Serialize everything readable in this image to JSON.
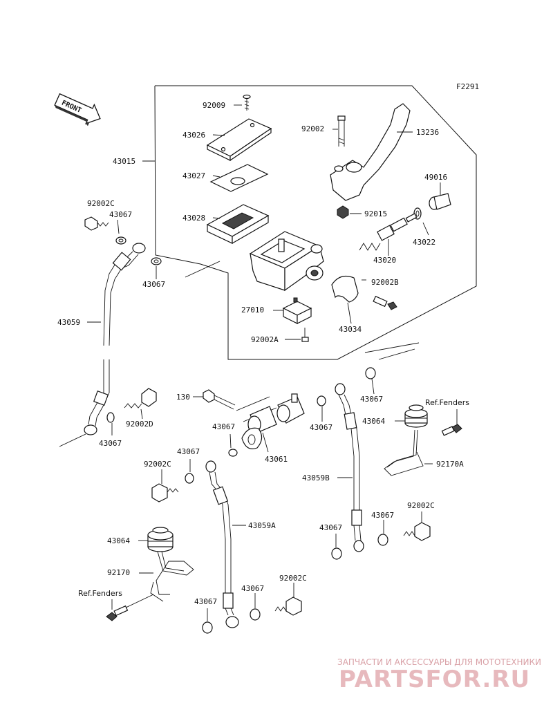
{
  "diagram": {
    "figure_code": "F2291",
    "front_label": "FRONT",
    "parts": {
      "p43015": "43015",
      "p92009": "92009",
      "p43026": "43026",
      "p43027": "43027",
      "p43028": "43028",
      "p92002": "92002",
      "p13236": "13236",
      "p49016": "49016",
      "p92015": "92015",
      "p43022": "43022",
      "p43020": "43020",
      "p92002B": "92002B",
      "p27010": "27010",
      "p43034": "43034",
      "p92002A": "92002A",
      "p92002C_a": "92002C",
      "p43067_a": "43067",
      "p43067_b": "43067",
      "p43059": "43059",
      "p43067_c": "43067",
      "p92002D": "92002D",
      "p130": "130",
      "p43067_d": "43067",
      "p43061": "43061",
      "p43067_e": "43067",
      "p43067_f": "43067",
      "p43064_a": "43064",
      "p92170A": "92170A",
      "p43067_g": "43067",
      "p92002C_b": "92002C",
      "p43059B": "43059B",
      "p43067_h": "43067",
      "p43067_i": "43067",
      "p92002C_c": "92002C",
      "p43059A": "43059A",
      "p43064_b": "43064",
      "p92170": "92170",
      "p43067_j": "43067",
      "p43067_k": "43067",
      "p92002C_d": "92002C"
    },
    "ref_fenders_a": "Ref.Fenders",
    "ref_fenders_b": "Ref.Fenders"
  },
  "watermark": {
    "tagline": "ЗАПЧАСТИ И АКСЕССУАРЫ ДЛЯ МОТОТЕХНИКИ",
    "brand": "PARTSFOR.RU",
    "color": "#e7b9bd"
  }
}
